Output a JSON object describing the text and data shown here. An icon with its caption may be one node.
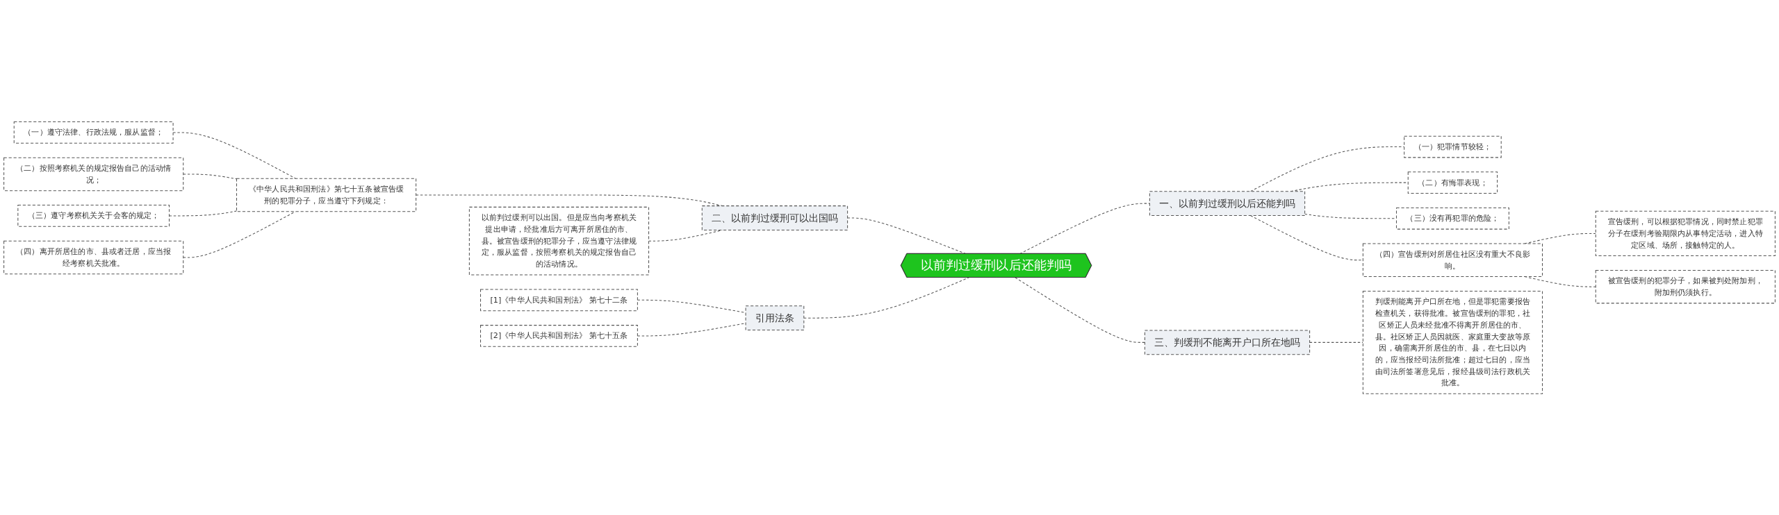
{
  "diagram": {
    "nodes": [
      {
        "text": [
          "以前判过缓刑以后还能判吗"
        ]
      },
      {
        "text": [
          "二、以前判过缓刑可以出国吗"
        ]
      },
      {
        "text": [
          "《中华人民共和国刑法》第七十五条被宣告缓刑的犯罪分子，应当遵守下列规定："
        ]
      },
      {
        "text": [
          "以前判过缓刑可以出国。但是应当向考察机关提出申请，经批准后方可离开所居住的市、县。被宣告缓刑的犯罪分子，应当遵守法律规定，服从监督，按照考察机关的规定报告自己的活动情况。"
        ]
      },
      {
        "text": [
          "（一）遵守法律、行政法规，服从监督；"
        ]
      },
      {
        "text": [
          "（二）按照考察机关的规定报告自己的活动情况；"
        ]
      },
      {
        "text": [
          "（三）遵守考察机关关于会客的规定；"
        ]
      },
      {
        "text": [
          "（四）离开所居住的市、县或者迁居，应当报经考察机关批准。"
        ]
      },
      {
        "text": [
          "引用法条"
        ]
      },
      {
        "text": [
          "[1]《中华人民共和国刑法》 第七十二条"
        ]
      },
      {
        "text": [
          "[2]《中华人民共和国刑法》 第七十五条"
        ]
      },
      {
        "text": [
          "一、以前判过缓刑以后还能判吗"
        ]
      },
      {
        "text": [
          "（一）犯罪情节较轻；"
        ]
      },
      {
        "text": [
          "（二）有悔罪表现；"
        ]
      },
      {
        "text": [
          "（三）没有再犯罪的危险；"
        ]
      },
      {
        "text": [
          "（四）宣告缓刑对所居住社区没有重大不良影响。"
        ]
      },
      {
        "text": [
          "宣告缓刑，可以根据犯罪情况，同时禁止犯罪分子在缓刑考验期限内从事特定活动，进入特定区域、场所，接触特定的人。"
        ]
      },
      {
        "text": [
          "被宣告缓刑的犯罪分子，如果被判处附加刑，附加刑仍须执行。"
        ]
      },
      {
        "text": [
          "三、判缓刑不能离开户口所在地吗"
        ]
      },
      {
        "text": [
          "判缓刑能离开户口所在地，但是罪犯需要报告检查机关，获得批准。被宣告缓刑的罪犯，社区矫正人员未经批准不得离开所居住的市、县。社区矫正人员因就医、家庭重大变故等原因，确需离开所居住的市、县，在七日以内的，应当报经司法所批准；超过七日的，应当由司法所签署意见后，报经县级司法行政机关批准。"
        ]
      }
    ],
    "edges": [
      {
        "from": 1,
        "to": 0,
        "arrow": "none",
        "style": "dashed"
      },
      {
        "from": 2,
        "to": 1,
        "arrow": "none",
        "style": "dashed"
      },
      {
        "from": 3,
        "to": 1,
        "arrow": "none",
        "style": "dashed"
      },
      {
        "from": 4,
        "to": 2,
        "arrow": "none",
        "style": "dashed"
      },
      {
        "from": 5,
        "to": 2,
        "arrow": "none",
        "style": "dashed"
      },
      {
        "from": 6,
        "to": 2,
        "arrow": "none",
        "style": "dashed"
      },
      {
        "from": 7,
        "to": 2,
        "arrow": "none",
        "style": "dashed"
      },
      {
        "from": 8,
        "to": 0,
        "arrow": "none",
        "style": "dashed"
      },
      {
        "from": 9,
        "to": 8,
        "arrow": "none",
        "style": "dashed"
      },
      {
        "from": 10,
        "to": 8,
        "arrow": "none",
        "style": "dashed"
      },
      {
        "from": 0,
        "to": 11,
        "arrow": "none",
        "style": "dashed"
      },
      {
        "from": 11,
        "to": 12,
        "arrow": "none",
        "style": "dashed"
      },
      {
        "from": 11,
        "to": 13,
        "arrow": "none",
        "style": "dashed"
      },
      {
        "from": 11,
        "to": 14,
        "arrow": "none",
        "style": "dashed"
      },
      {
        "from": 11,
        "to": 15,
        "arrow": "none",
        "style": "dashed"
      },
      {
        "from": 15,
        "to": 16,
        "arrow": "none",
        "style": "dashed"
      },
      {
        "from": 15,
        "to": 17,
        "arrow": "none",
        "style": "dashed"
      },
      {
        "from": 0,
        "to": 18,
        "arrow": "none",
        "style": "dashed"
      },
      {
        "from": 18,
        "to": 19,
        "arrow": "none",
        "style": "dashed"
      }
    ]
  }
}
